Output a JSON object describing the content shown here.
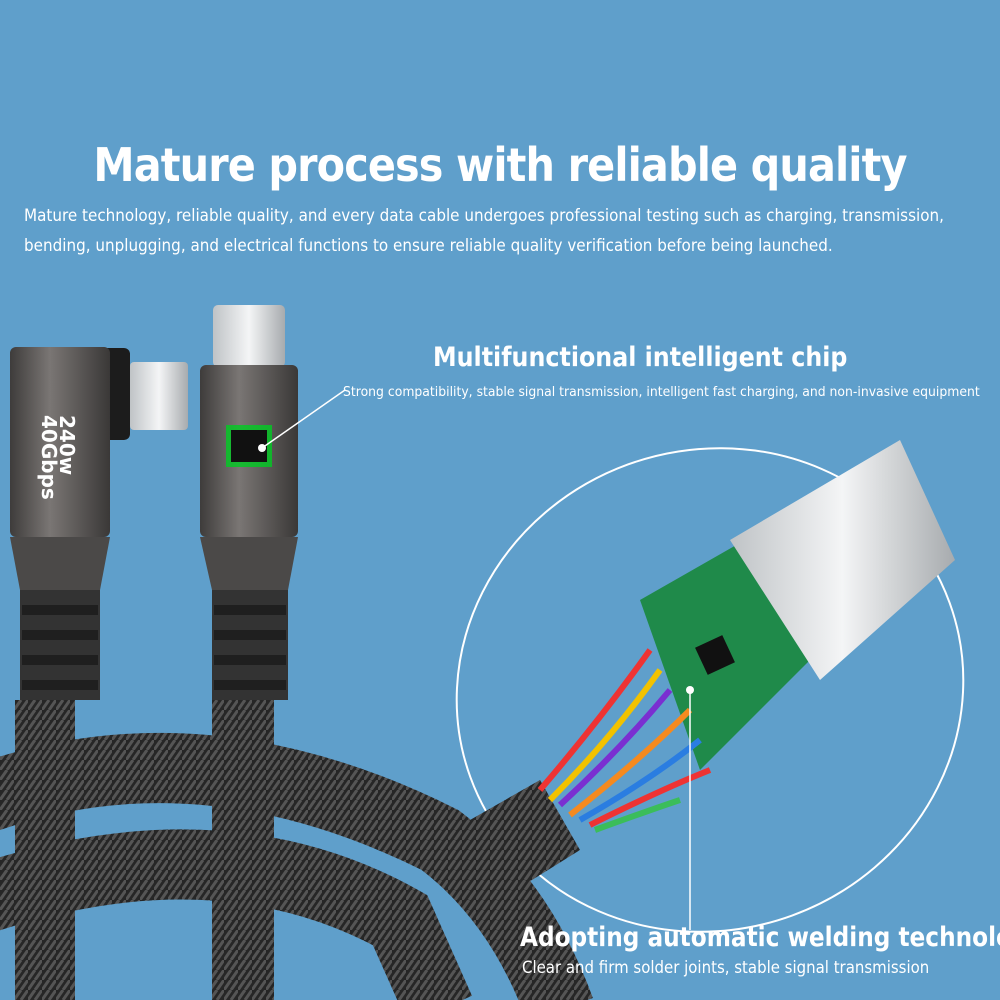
{
  "header": {
    "title": "Mature process with reliable quality",
    "desc_line1": "Mature technology, reliable quality, and every data cable undergoes professional testing such as charging, transmission,",
    "desc_line2": "bending, unplugging, and electrical functions to ensure reliable quality verification before being launched."
  },
  "chip": {
    "title": "Multifunctional intelligent chip",
    "desc": "Strong compatibility, stable signal transmission, intelligent fast charging, and non-invasive equipment"
  },
  "welding": {
    "title": "Adopting automatic welding technology",
    "desc": "Clear and firm solder joints, stable signal transmission"
  },
  "product_label": {
    "speed": "40Gbps",
    "power": "240w"
  },
  "colors": {
    "background": "#5f9fcb",
    "pcb": "#1f8a4a",
    "connector": "#5a5856"
  }
}
